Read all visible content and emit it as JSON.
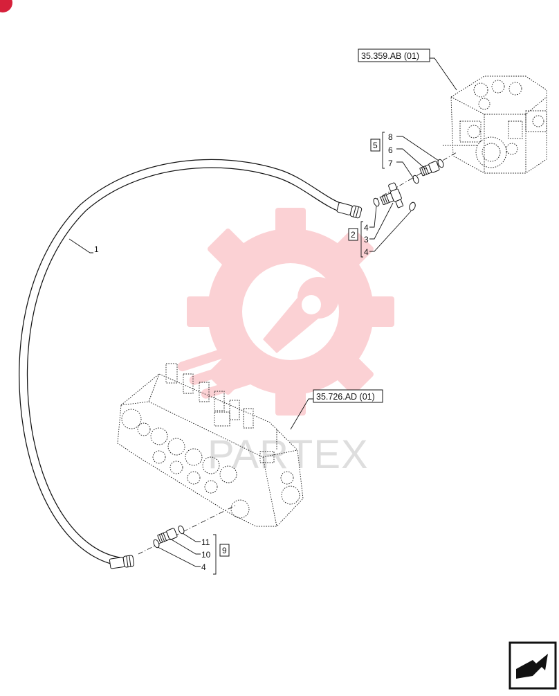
{
  "references": {
    "upper_valve": "35.359.AB (01)",
    "lower_valve": "35.726.AD (01)"
  },
  "groups": {
    "upper": {
      "box": "5",
      "items": [
        "8",
        "6",
        "7"
      ]
    },
    "middle": {
      "box": "2",
      "items": [
        "4",
        "3",
        "4"
      ]
    },
    "lower": {
      "box": "9",
      "items": [
        "11",
        "10",
        "4"
      ]
    }
  },
  "hose_label": "1",
  "watermark": {
    "text": "PARTEX",
    "color": "#ef3340"
  },
  "nav_icon": "next-page-arrow-icon"
}
